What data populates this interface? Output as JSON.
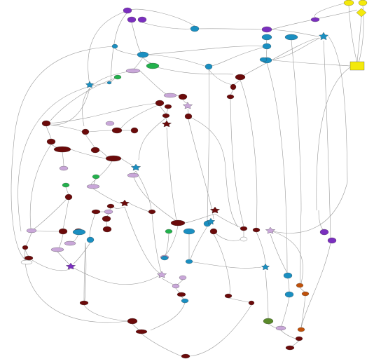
{
  "palette": {
    "darkred": "#6b0a0a",
    "blue": "#1a8fc1",
    "purple": "#7b2fbf",
    "lavender": "#c9a7d9",
    "green": "#22b14c",
    "yellow": "#f4e90c",
    "orange": "#c0510a",
    "olive": "#5a8a2b",
    "white": "#ffffff"
  },
  "diagram": {
    "nodes": [
      {
        "id": "n1",
        "color": "yellow",
        "shape": "ellipse"
      },
      {
        "id": "n2",
        "color": "yellow",
        "shape": "ellipse"
      },
      {
        "id": "n3",
        "color": "yellow",
        "shape": "diamond"
      },
      {
        "id": "n4",
        "color": "yellow",
        "shape": "box"
      },
      {
        "id": "n5",
        "color": "purple",
        "shape": "ellipse"
      },
      {
        "id": "n6",
        "color": "purple",
        "shape": "ellipse"
      },
      {
        "id": "n7",
        "color": "purple",
        "shape": "ellipse"
      },
      {
        "id": "n8",
        "color": "purple",
        "shape": "ellipse"
      },
      {
        "id": "n9",
        "color": "purple",
        "shape": "ellipse"
      },
      {
        "id": "n10",
        "color": "blue",
        "shape": "ellipse"
      },
      {
        "id": "n11",
        "color": "blue",
        "shape": "ellipse"
      },
      {
        "id": "n12",
        "color": "blue",
        "shape": "ellipse"
      },
      {
        "id": "n13",
        "color": "blue",
        "shape": "star"
      },
      {
        "id": "n14",
        "color": "blue",
        "shape": "ellipse"
      },
      {
        "id": "n15",
        "color": "blue",
        "shape": "ellipse"
      },
      {
        "id": "n16",
        "color": "blue",
        "shape": "ellipse"
      },
      {
        "id": "n17",
        "color": "blue",
        "shape": "ellipse"
      },
      {
        "id": "n18",
        "color": "green",
        "shape": "ellipse"
      },
      {
        "id": "n19",
        "color": "blue",
        "shape": "ellipse"
      },
      {
        "id": "n20",
        "color": "lavender",
        "shape": "ellipse"
      },
      {
        "id": "n21",
        "color": "green",
        "shape": "ellipse"
      },
      {
        "id": "n22",
        "color": "blue",
        "shape": "star"
      },
      {
        "id": "n23",
        "color": "blue",
        "shape": "ellipse"
      },
      {
        "id": "n24",
        "color": "darkred",
        "shape": "ellipse"
      },
      {
        "id": "n25",
        "color": "darkred",
        "shape": "ellipse"
      },
      {
        "id": "n26",
        "color": "darkred",
        "shape": "ellipse"
      },
      {
        "id": "n27",
        "color": "darkred",
        "shape": "ellipse"
      },
      {
        "id": "n28",
        "color": "lavender",
        "shape": "ellipse"
      },
      {
        "id": "n29",
        "color": "darkred",
        "shape": "ellipse"
      },
      {
        "id": "n30",
        "color": "lavender",
        "shape": "star"
      },
      {
        "id": "n31",
        "color": "darkred",
        "shape": "ellipse"
      },
      {
        "id": "n32",
        "color": "darkred",
        "shape": "ellipse"
      },
      {
        "id": "n33",
        "color": "darkred",
        "shape": "ellipse"
      },
      {
        "id": "n34",
        "color": "darkred",
        "shape": "star"
      },
      {
        "id": "n35",
        "color": "darkred",
        "shape": "ellipse"
      },
      {
        "id": "n36",
        "color": "lavender",
        "shape": "ellipse"
      },
      {
        "id": "n37",
        "color": "darkred",
        "shape": "ellipse"
      },
      {
        "id": "n38",
        "color": "darkred",
        "shape": "ellipse"
      },
      {
        "id": "n39",
        "color": "darkred",
        "shape": "ellipse"
      },
      {
        "id": "n40",
        "color": "darkred",
        "shape": "ellipse"
      },
      {
        "id": "n41",
        "color": "darkred",
        "shape": "ellipse"
      },
      {
        "id": "n42",
        "color": "darkred",
        "shape": "ellipse"
      },
      {
        "id": "n43",
        "color": "darkred",
        "shape": "ellipse"
      },
      {
        "id": "n44",
        "color": "blue",
        "shape": "star"
      },
      {
        "id": "n45",
        "color": "lavender",
        "shape": "ellipse"
      },
      {
        "id": "n46",
        "color": "lavender",
        "shape": "ellipse"
      },
      {
        "id": "n47",
        "color": "green",
        "shape": "ellipse"
      },
      {
        "id": "n48",
        "color": "green",
        "shape": "ellipse"
      },
      {
        "id": "n49",
        "color": "lavender",
        "shape": "ellipse"
      },
      {
        "id": "n50",
        "color": "darkred",
        "shape": "ellipse"
      },
      {
        "id": "n51",
        "color": "darkred",
        "shape": "star"
      },
      {
        "id": "n52",
        "color": "darkred",
        "shape": "ellipse"
      },
      {
        "id": "n53",
        "color": "lavender",
        "shape": "ellipse"
      },
      {
        "id": "n54",
        "color": "darkred",
        "shape": "ellipse"
      },
      {
        "id": "n55",
        "color": "darkred",
        "shape": "ellipse"
      },
      {
        "id": "n56",
        "color": "darkred",
        "shape": "ellipse"
      },
      {
        "id": "n57",
        "color": "darkred",
        "shape": "ellipse"
      },
      {
        "id": "n58",
        "color": "darkred",
        "shape": "ellipse"
      },
      {
        "id": "n59",
        "color": "darkred",
        "shape": "star"
      },
      {
        "id": "n60",
        "color": "darkred",
        "shape": "ellipse"
      },
      {
        "id": "n61",
        "color": "blue",
        "shape": "ellipse"
      },
      {
        "id": "n62",
        "color": "darkred",
        "shape": "ellipse"
      },
      {
        "id": "n63",
        "color": "lavender",
        "shape": "ellipse"
      },
      {
        "id": "n64",
        "color": "green",
        "shape": "ellipse"
      },
      {
        "id": "n65",
        "color": "blue",
        "shape": "ellipse"
      },
      {
        "id": "n66",
        "color": "blue",
        "shape": "star"
      },
      {
        "id": "n67",
        "color": "darkred",
        "shape": "ellipse"
      },
      {
        "id": "n68",
        "color": "white",
        "shape": "ellipse"
      },
      {
        "id": "n69",
        "color": "darkred",
        "shape": "ellipse"
      },
      {
        "id": "n70",
        "color": "lavender",
        "shape": "star"
      },
      {
        "id": "n71",
        "color": "purple",
        "shape": "ellipse"
      },
      {
        "id": "n72",
        "color": "purple",
        "shape": "ellipse"
      },
      {
        "id": "n73",
        "color": "lavender",
        "shape": "ellipse"
      },
      {
        "id": "n74",
        "color": "darkred",
        "shape": "ellipse"
      },
      {
        "id": "n75",
        "color": "darkred",
        "shape": "ellipse"
      },
      {
        "id": "n76",
        "color": "blue",
        "shape": "ellipse"
      },
      {
        "id": "n77",
        "color": "lavender",
        "shape": "ellipse"
      },
      {
        "id": "n78",
        "color": "darkred",
        "shape": "ellipse"
      },
      {
        "id": "n79",
        "color": "blue",
        "shape": "ellipse"
      },
      {
        "id": "n80",
        "color": "white",
        "shape": "ellipse"
      },
      {
        "id": "n81",
        "color": "lavender",
        "shape": "ellipse"
      },
      {
        "id": "n82",
        "color": "purple",
        "shape": "star"
      },
      {
        "id": "n83",
        "color": "blue",
        "shape": "ellipse"
      },
      {
        "id": "n84",
        "color": "blue",
        "shape": "ellipse"
      },
      {
        "id": "n85",
        "color": "lavender",
        "shape": "star"
      },
      {
        "id": "n86",
        "color": "lavender",
        "shape": "ellipse"
      },
      {
        "id": "n87",
        "color": "lavender",
        "shape": "ellipse"
      },
      {
        "id": "n88",
        "color": "darkred",
        "shape": "ellipse"
      },
      {
        "id": "n89",
        "color": "blue",
        "shape": "ellipse"
      },
      {
        "id": "n90",
        "color": "blue",
        "shape": "star"
      },
      {
        "id": "n91",
        "color": "blue",
        "shape": "ellipse"
      },
      {
        "id": "n92",
        "color": "orange",
        "shape": "ellipse"
      },
      {
        "id": "n93",
        "color": "orange",
        "shape": "ellipse"
      },
      {
        "id": "n94",
        "color": "blue",
        "shape": "ellipse"
      },
      {
        "id": "n95",
        "color": "darkred",
        "shape": "ellipse"
      },
      {
        "id": "n96",
        "color": "darkred",
        "shape": "ellipse"
      },
      {
        "id": "n97",
        "color": "darkred",
        "shape": "ellipse"
      },
      {
        "id": "n98",
        "color": "olive",
        "shape": "ellipse"
      },
      {
        "id": "n99",
        "color": "lavender",
        "shape": "ellipse"
      },
      {
        "id": "n100",
        "color": "orange",
        "shape": "ellipse"
      },
      {
        "id": "n101",
        "color": "darkred",
        "shape": "ellipse"
      },
      {
        "id": "n102",
        "color": "darkred",
        "shape": "ellipse"
      },
      {
        "id": "n103",
        "color": "darkred",
        "shape": "ellipse"
      },
      {
        "id": "n104",
        "color": "darkred",
        "shape": "ellipse"
      },
      {
        "id": "n105",
        "color": "darkred",
        "shape": "ellipse"
      },
      {
        "id": "n106",
        "color": "blue",
        "shape": "ellipse"
      }
    ]
  }
}
